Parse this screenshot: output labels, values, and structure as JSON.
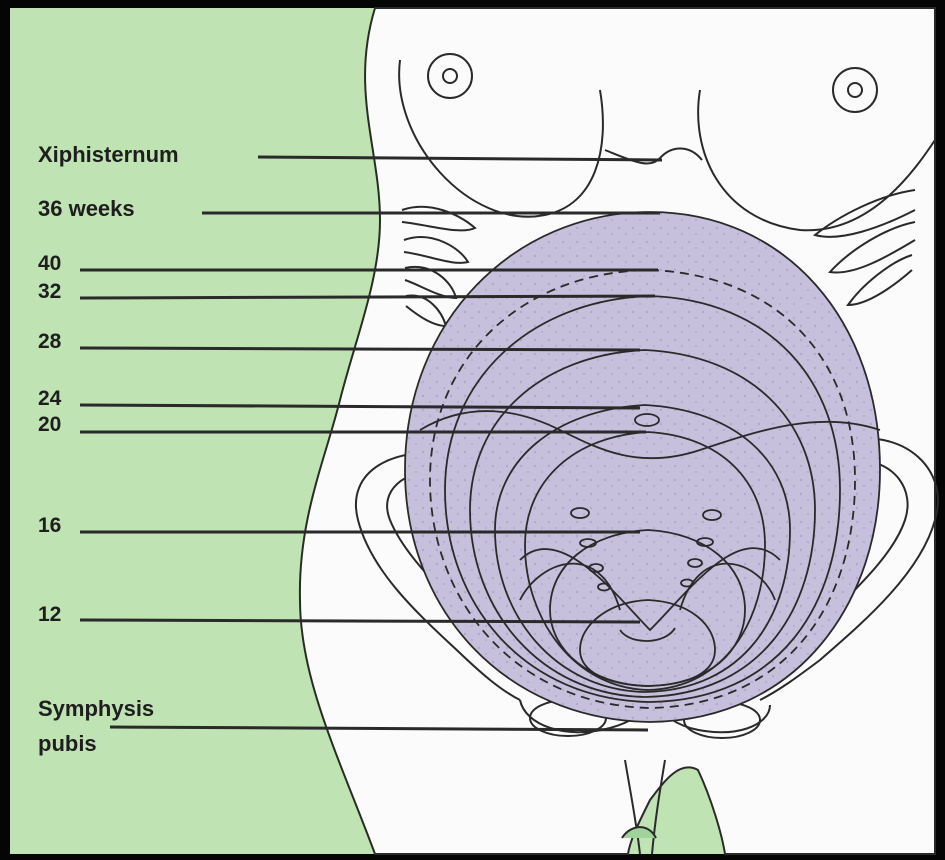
{
  "labels": {
    "xiphisternum": "Xiphisternum",
    "w36": "36 weeks",
    "w40": "40",
    "w32": "32",
    "w28": "28",
    "w24": "24",
    "w20": "20",
    "w16": "16",
    "w12": "12",
    "symphysis_line1": "Symphysis",
    "symphysis_line2": "pubis"
  },
  "colors": {
    "background_green": "#bfe3b2",
    "body_white": "#fbfbfb",
    "uterus_fill": "#c6c0dc",
    "outline": "#2a2a2a",
    "frame": "#050505"
  }
}
